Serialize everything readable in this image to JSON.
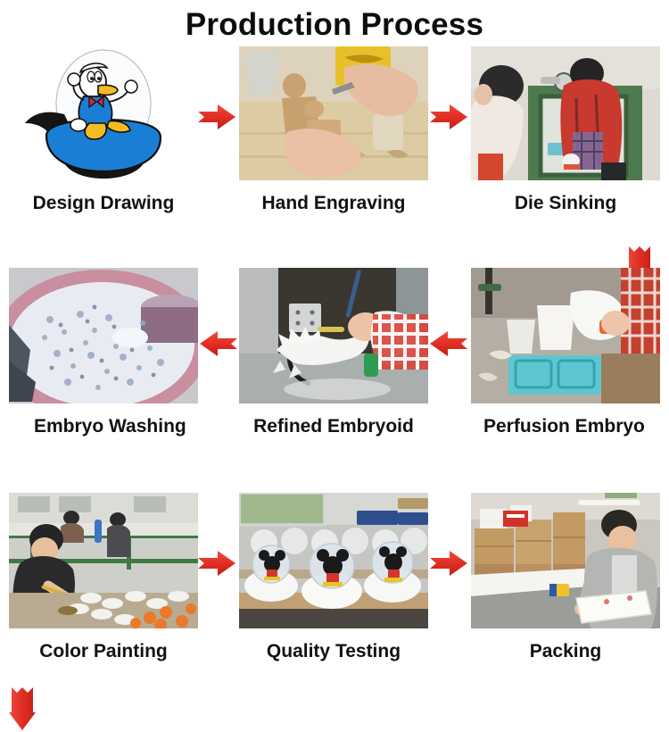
{
  "page": {
    "title": "Production Process",
    "background_color": "#ffffff",
    "text_color": "#121212",
    "arrow_color": "#e03127"
  },
  "rows": [
    {
      "name": "row-1",
      "flow_direction": "left-to-right",
      "steps": [
        {
          "index": 1,
          "label": "Design Drawing",
          "media": "donald-duck-snow-globe-illustration"
        },
        {
          "index": 2,
          "label": "Hand Engraving",
          "media": "hands-carving-wooden-figurine-photo"
        },
        {
          "index": 3,
          "label": "Die Sinking",
          "media": "two-workers-at-green-mold-machine-photo"
        }
      ],
      "arrows": [
        {
          "name": "arrow-right-design-to-engraving",
          "glyph": "arrow-right-icon"
        },
        {
          "name": "arrow-right-engraving-to-die",
          "glyph": "arrow-right-icon"
        }
      ],
      "row_end_arrow": {
        "name": "arrow-down-row1-to-row2",
        "glyph": "arrow-down-icon"
      }
    },
    {
      "name": "row-2",
      "flow_direction": "right-to-left",
      "steps": [
        {
          "index": 4,
          "label": "Perfusion Embryo",
          "media": "pouring-slurry-into-blue-mold-photo"
        },
        {
          "index": 5,
          "label": "Refined Embryoid",
          "media": "worker-brushing-white-dragon-casting-photo"
        },
        {
          "index": 6,
          "label": "Embryo Washing",
          "media": "pink-tumbler-with-white-pellets-photo"
        }
      ],
      "arrows": [
        {
          "name": "arrow-left-perfusion-to-refined",
          "glyph": "arrow-left-icon"
        },
        {
          "name": "arrow-left-refined-to-washing",
          "glyph": "arrow-left-icon"
        }
      ],
      "row_end_arrow": {
        "name": "arrow-down-row2-to-row3",
        "glyph": "arrow-down-icon"
      }
    },
    {
      "name": "row-3",
      "flow_direction": "left-to-right",
      "steps": [
        {
          "index": 7,
          "label": "Color Painting",
          "media": "workers-hand-painting-figures-photo"
        },
        {
          "index": 8,
          "label": "Quality Testing",
          "media": "mickey-mouse-snow-globes-on-shelf-photo"
        },
        {
          "index": 9,
          "label": "Packing",
          "media": "worker-packing-white-boxes-photo"
        }
      ],
      "arrows": [
        {
          "name": "arrow-right-painting-to-testing",
          "glyph": "arrow-right-icon"
        },
        {
          "name": "arrow-right-testing-to-packing",
          "glyph": "arrow-right-icon"
        }
      ],
      "row_end_arrow": null
    }
  ]
}
